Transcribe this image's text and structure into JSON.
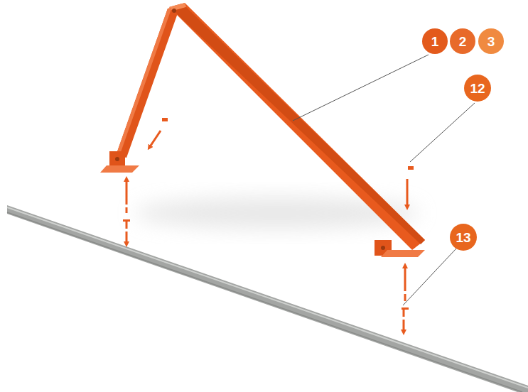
{
  "diagram": {
    "labels": [
      "1",
      "2",
      "3",
      "12",
      "13"
    ]
  }
}
